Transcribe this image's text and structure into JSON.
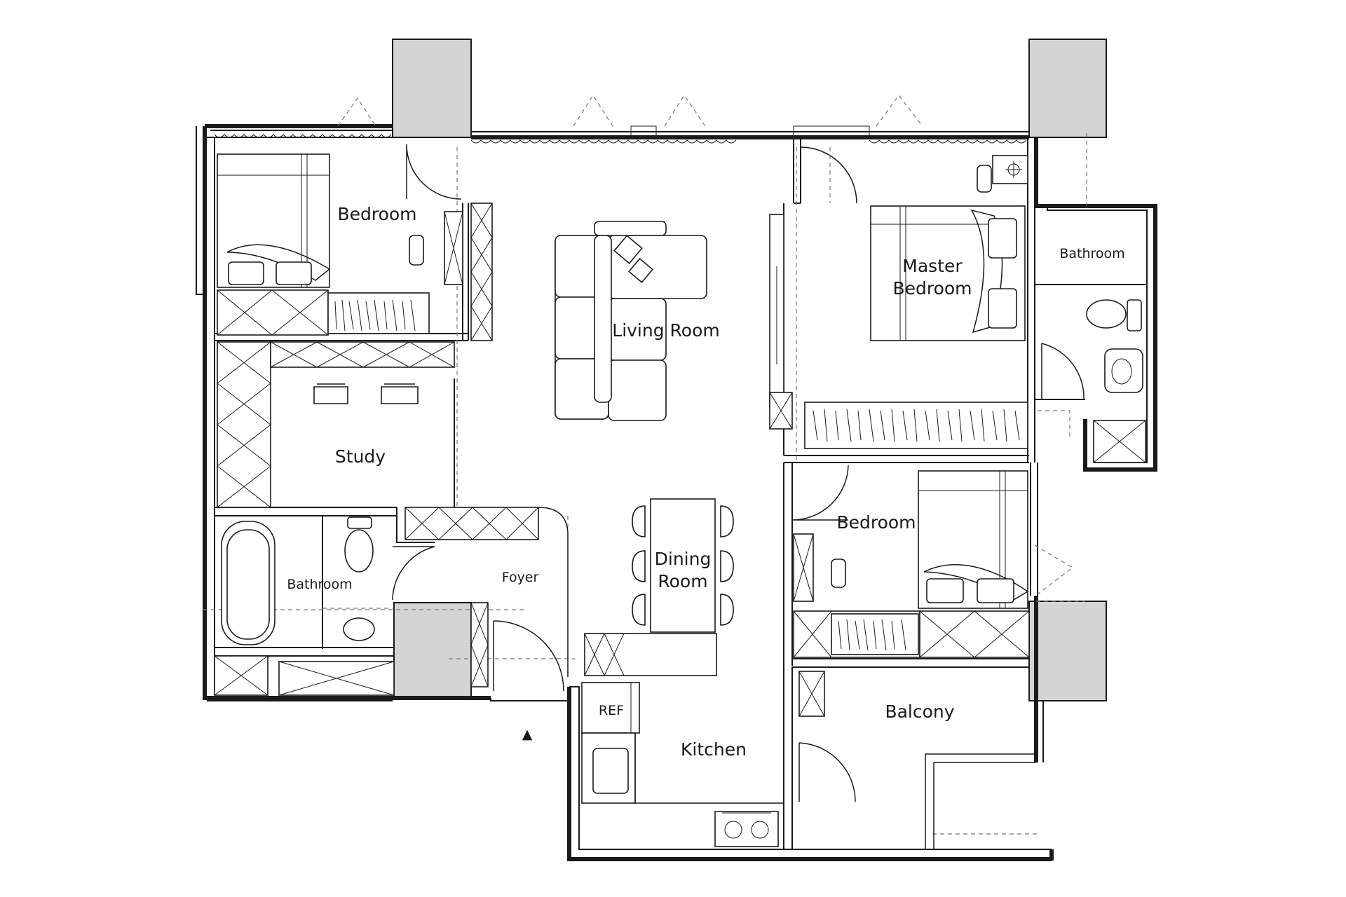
{
  "rooms": {
    "bedroom_nw": "Bedroom",
    "living_room": "Living Room",
    "master_bedroom_line1": "Master",
    "master_bedroom_line2": "Bedroom",
    "bathroom_ne": "Bathroom",
    "study": "Study",
    "bathroom_w": "Bathroom",
    "foyer": "Foyer",
    "dining_room_line1": "Dining",
    "dining_room_line2": "Room",
    "bedroom_e": "Bedroom",
    "ref": "REF",
    "kitchen": "Kitchen",
    "balcony": "Balcony"
  },
  "entrance_marker": "▲",
  "colors": {
    "wall": "#1a1a1a",
    "column_fill": "#d4d4d4",
    "background": "#ffffff"
  }
}
